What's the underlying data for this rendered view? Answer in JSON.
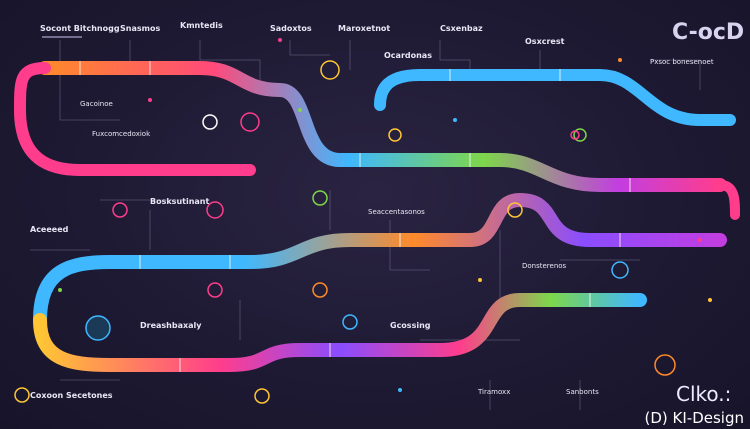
{
  "labels": [
    {
      "id": "top-left-title",
      "text": "Socont Bitchnogg"
    },
    {
      "id": "label-tag-1",
      "text": "Snasmos"
    },
    {
      "id": "label-tag-2",
      "text": "Kmntedis"
    },
    {
      "id": "label-tag-3",
      "text": "Sadoxtos"
    },
    {
      "id": "label-tag-4",
      "text": "Maroxetnot"
    },
    {
      "id": "label-tag-5",
      "text": "Csxenbaz"
    },
    {
      "id": "label-tag-6",
      "text": "Osxcrest"
    },
    {
      "id": "label-tag-7",
      "text": "Ocardonas"
    },
    {
      "id": "label-tag-8",
      "text": "Gacoinoe"
    },
    {
      "id": "label-tag-9",
      "text": "Fuxcomcedoxiok"
    },
    {
      "id": "label-tag-10",
      "text": "Pxsoc bonesenoet"
    },
    {
      "id": "label-tag-11",
      "text": "Bosksutinant"
    },
    {
      "id": "label-tag-12",
      "text": "Aceeeed"
    },
    {
      "id": "label-tag-13",
      "text": "Seaccentasonos"
    },
    {
      "id": "label-tag-14",
      "text": "Donsterenos"
    },
    {
      "id": "label-tag-15",
      "text": "Dreashbaxaly"
    },
    {
      "id": "label-tag-16",
      "text": "Gcossing"
    },
    {
      "id": "label-tag-17",
      "text": "Coxoon Secetones"
    },
    {
      "id": "label-tag-18",
      "text": "Tiramoxx"
    },
    {
      "id": "label-tag-19",
      "text": "Sanbonts"
    }
  ],
  "brand_top_right": "C-ocD",
  "brand_bottom_right": "Clko.:",
  "credit": "(D) KI-Design",
  "colors": {
    "background": "#1c1830",
    "orange": "#ff8a2a",
    "pink": "#ff3d8c",
    "magenta": "#c23ee0",
    "purple": "#8a4dff",
    "blue": "#3fb8ff",
    "green": "#7ed64a",
    "yellow": "#ffc534"
  },
  "icons": [
    "lock-icon",
    "gear-icon",
    "cloud-icon",
    "node-icon",
    "chart-icon",
    "user-icon",
    "clock-icon",
    "arrow-icon"
  ]
}
